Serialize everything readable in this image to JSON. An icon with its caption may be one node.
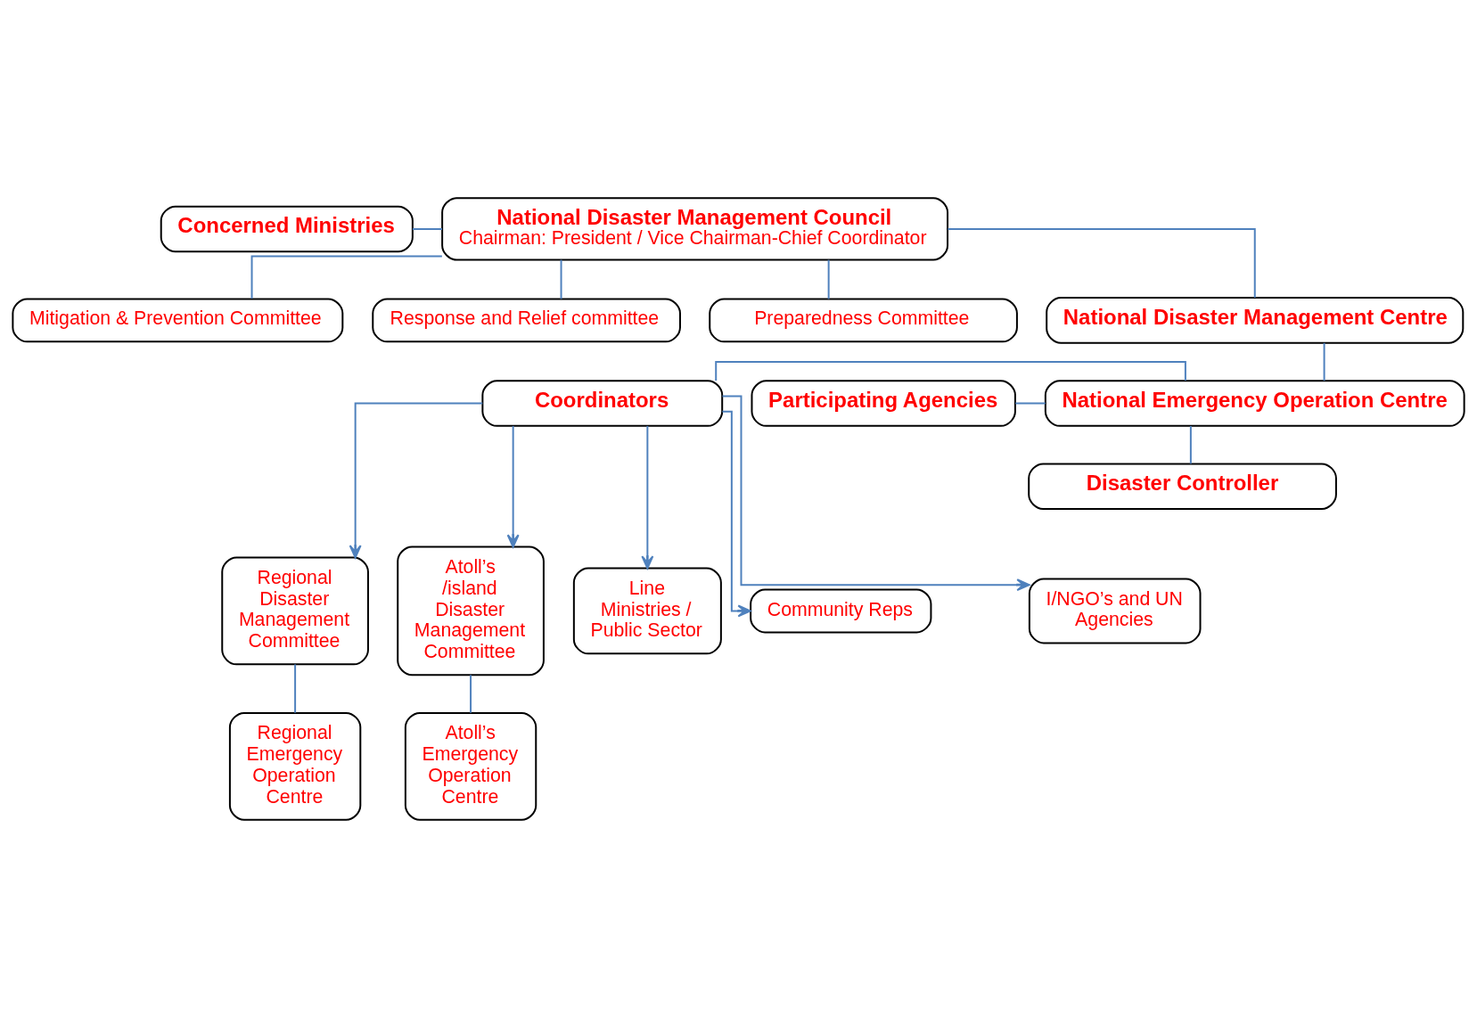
{
  "diagram": {
    "nodes": [
      {
        "text": [
          "National Disaster Management Council",
          "Chairman: President / Vice Chairman-Chief Coordinator"
        ]
      },
      {
        "text": [
          "Concerned Ministries"
        ]
      },
      {
        "text": [
          "Mitigation & Prevention Committee"
        ]
      },
      {
        "text": [
          "Response and Relief committee"
        ]
      },
      {
        "text": [
          "Preparedness Committee"
        ]
      },
      {
        "text": [
          "National Disaster Management Centre"
        ]
      },
      {
        "text": [
          "Participating Agencies"
        ]
      },
      {
        "text": [
          "Coordinators"
        ]
      },
      {
        "text": [
          "National Emergency Operation Centre"
        ]
      },
      {
        "text": [
          "Disaster Controller"
        ]
      },
      {
        "text": [
          "Regional Disaster Management Committee"
        ]
      },
      {
        "text": [
          "Atoll’s /island Disaster Management Committee"
        ]
      },
      {
        "text": [
          "I/NGO’s and UN Agencies"
        ]
      },
      {
        "text": [
          "Line Ministries / Public Sector"
        ]
      },
      {
        "text": [
          "Community Reps"
        ]
      },
      {
        "text": [
          "Regional Emergency Operation Centre"
        ]
      },
      {
        "text": [
          "Atoll’s Emergency Operation Centre"
        ]
      }
    ],
    "edges": [
      {
        "from": 1,
        "to": 0,
        "arrow": "none"
      },
      {
        "from": 0,
        "to": 2,
        "arrow": "none"
      },
      {
        "from": 0,
        "to": 3,
        "arrow": "none"
      },
      {
        "from": 0,
        "to": 4,
        "arrow": "none"
      },
      {
        "from": 0,
        "to": 5,
        "arrow": "none"
      },
      {
        "from": 5,
        "to": 8,
        "arrow": "none"
      },
      {
        "from": 6,
        "to": 8,
        "arrow": "none"
      },
      {
        "from": 7,
        "to": 8,
        "arrow": "none"
      },
      {
        "from": 8,
        "to": 9,
        "arrow": "none"
      },
      {
        "from": 7,
        "to": 10,
        "arrow": "to"
      },
      {
        "from": 7,
        "to": 11,
        "arrow": "to"
      },
      {
        "from": 7,
        "to": 12,
        "arrow": "to"
      },
      {
        "from": 7,
        "to": 13,
        "arrow": "to"
      },
      {
        "from": 7,
        "to": 14,
        "arrow": "to"
      },
      {
        "from": 10,
        "to": 15,
        "arrow": "none"
      },
      {
        "from": 11,
        "to": 16,
        "arrow": "none"
      }
    ]
  }
}
